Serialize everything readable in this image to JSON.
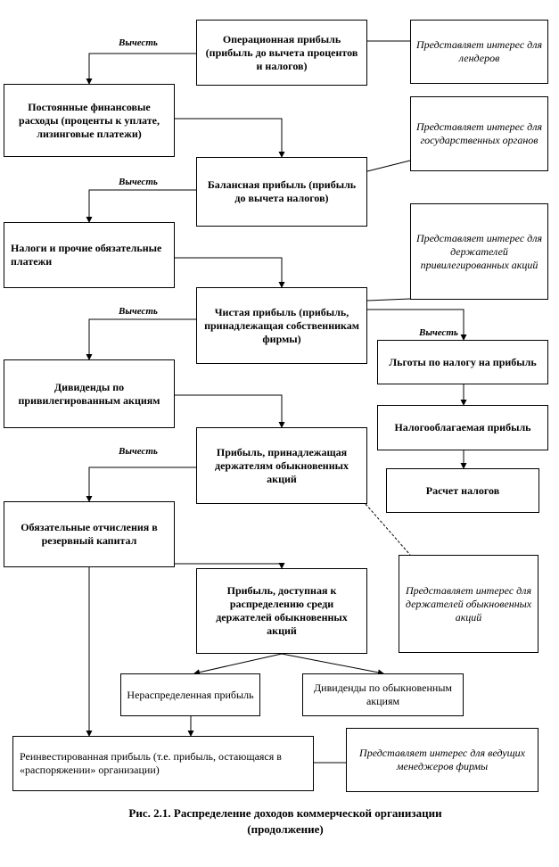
{
  "boxes": {
    "op_profit": "Операционная прибыль (прибыль до вычета процентов и налогов)",
    "fin_expenses": "Постоянные финансовые расходы (проценты к уплате, лизинговые платежи)",
    "balance_profit": "Балансная прибыль (прибыль до вычета налогов)",
    "taxes": "Налоги и прочие обязательные платежи",
    "net_profit": "Чистая прибыль (прибыль, принадлежащая собственникам фирмы)",
    "tax_benefits": "Льготы по налогу на прибыль",
    "taxable_profit": "Налогооблагаемая прибыль",
    "tax_calc": "Расчет налогов",
    "pref_dividends": "Дивиденды по привилегированным акциям",
    "common_profit": "Прибыль, принадлежащая держателям обыкновенных акций",
    "reserve": "Обязательные отчисления в резервный капитал",
    "distributable": "Прибыль, доступная к распределению среди держателей обыкновенных акций",
    "retained": "Нераспределенная прибыль",
    "common_dividends": "Дивиденды по обыкновенным акциям",
    "reinvested": "Реинвестированная прибыль (т.е. прибыль, остающаяся в «распоряжении» организации)"
  },
  "interest": {
    "lenders": "Представляет интерес для лендеров",
    "government": "Представляет интерес для государственных органов",
    "preferred": "Представляет интерес для держателей привилегированных акций",
    "common": "Представляет интерес для держателей обыкновенных акций",
    "managers": "Представляет интерес для ведущих менеджеров фирмы"
  },
  "labels": {
    "subtract": "Вычесть"
  },
  "caption": {
    "line1": "Рис. 2.1. Распределение доходов коммерческой организации",
    "line2": "(продолжение)"
  }
}
